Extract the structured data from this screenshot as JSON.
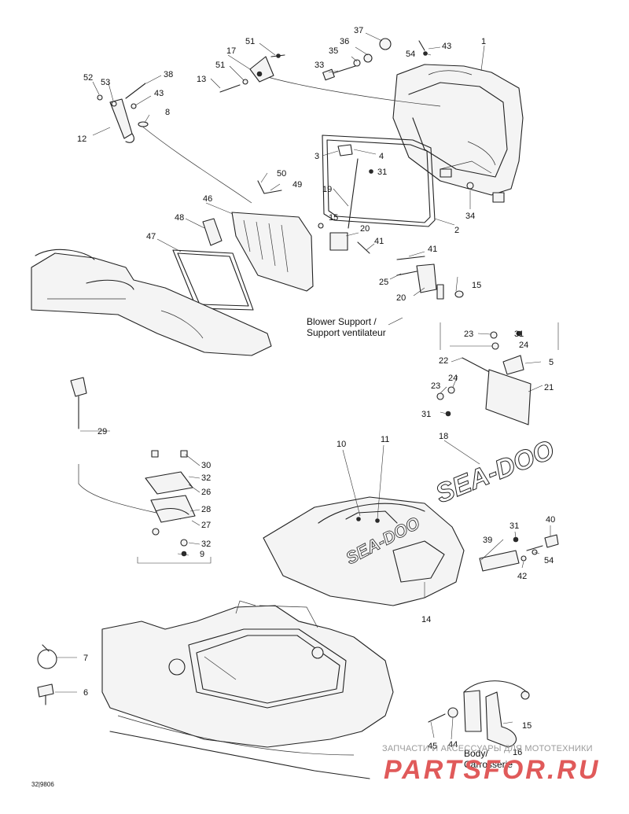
{
  "callouts": {
    "c1": "1",
    "c2": "2",
    "c3": "3",
    "c4": "4",
    "c5": "5",
    "c6": "6",
    "c7": "7",
    "c8": "8",
    "c9": "9",
    "c10": "10",
    "c11": "11",
    "c12": "12",
    "c13": "13",
    "c14": "14",
    "c15a": "15",
    "c15b": "15",
    "c15c": "15",
    "c16": "16",
    "c17": "17",
    "c18": "18",
    "c19": "19",
    "c20a": "20",
    "c20b": "20",
    "c21": "21",
    "c22": "22",
    "c23a": "23",
    "c23b": "23",
    "c24a": "24",
    "c24b": "24",
    "c25": "25",
    "c26": "26",
    "c27": "27",
    "c28": "28",
    "c29": "29",
    "c30": "30",
    "c31a": "31",
    "c31b": "31",
    "c31c": "31",
    "c31d": "31",
    "c32a": "32",
    "c32b": "32",
    "c33": "33",
    "c34": "34",
    "c35": "35",
    "c36": "36",
    "c37": "37",
    "c38": "38",
    "c39": "39",
    "c40": "40",
    "c41a": "41",
    "c41b": "41",
    "c42": "42",
    "c43a": "43",
    "c43b": "43",
    "c44": "44",
    "c45": "45",
    "c46": "46",
    "c47": "47",
    "c48": "48",
    "c49": "49",
    "c50": "50",
    "c51a": "51",
    "c51b": "51",
    "c52": "52",
    "c53": "53",
    "c54a": "54",
    "c54b": "54"
  },
  "labels": {
    "blower_en": "Blower Support /",
    "blower_fr": "Support ventilateur",
    "body_en": "Body/",
    "body_fr": "Carrosserie",
    "logo_main": "SEA-DOO",
    "logo_decal": "SEA-DOO"
  },
  "watermark": {
    "line1": "ЗАПЧАСТИ И АКСЕССУАРЫ ДЛЯ МОТОТЕХНИКИ",
    "brand": "PARTSFOR.RU"
  },
  "drawing_code": "32|9806"
}
